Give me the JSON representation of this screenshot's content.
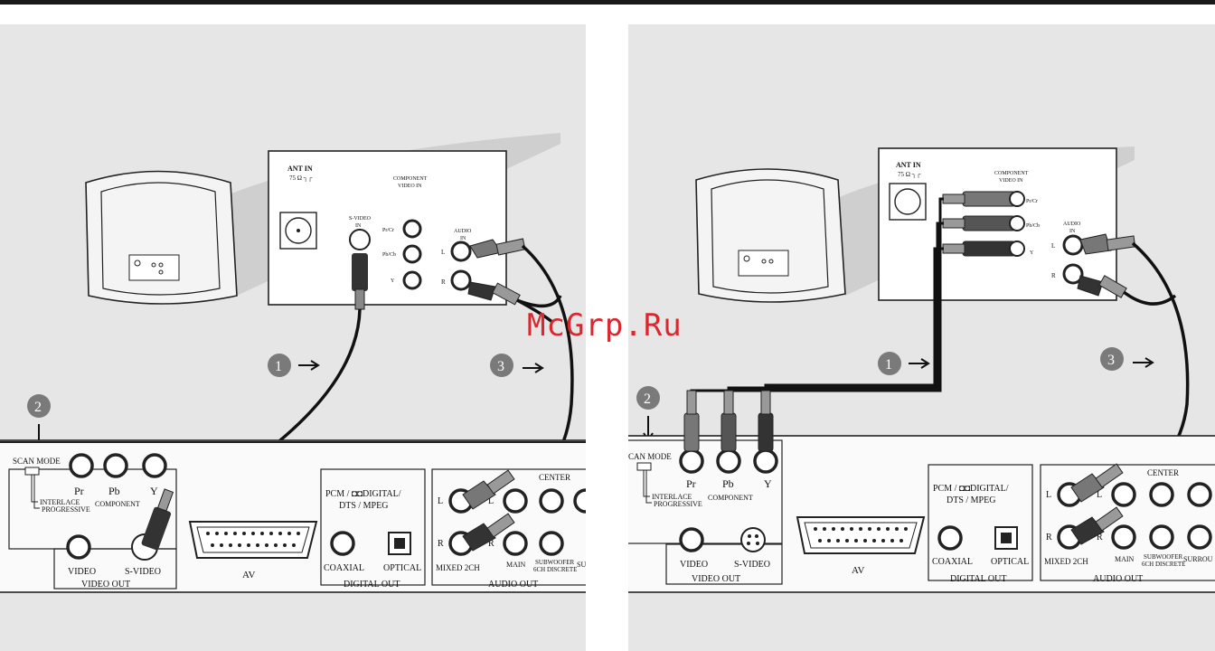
{
  "watermark": "McGrp.Ru",
  "tv_panel": {
    "antenna": "ANT IN",
    "antenna_sub": "75 Ω ┐┌",
    "svideo_in_1": "S-VIDEO",
    "svideo_in_2": "IN",
    "component_1": "COMPONENT",
    "component_2": "VIDEO IN",
    "pr": "Pr/Cr",
    "pb": "Pb/Cb",
    "y": "Y",
    "audio_1": "AUDIO",
    "audio_2": "IN",
    "l": "L",
    "r": "R"
  },
  "steps": {
    "one": "1",
    "two": "2",
    "three": "3"
  },
  "player": {
    "scan_mode": "SCAN MODE",
    "scan_mode_right": "CAN MODE",
    "interlace": "INTERLACE",
    "progressive": "PROGRESSIVE",
    "pr": "Pr",
    "pb": "Pb",
    "y": "Y",
    "component": "COMPONENT",
    "video": "VIDEO",
    "svideo": "S-VIDEO",
    "video_out": "VIDEO OUT",
    "av": "AV",
    "pcm": "PCM / ◘◘DIGITAL/",
    "dts": "DTS / MPEG",
    "coaxial": "COAXIAL",
    "optical": "OPTICAL",
    "digital_out": "DIGITAL OUT",
    "center": "CENTER",
    "l": "L",
    "r": "R",
    "mixed": "MIXED 2CH",
    "main": "MAIN",
    "sub_1": "SUBWOOFER",
    "sub_2": "6CH DISCRETE",
    "surround_left": "SU",
    "surround_right": "SURROU",
    "audio_out": "AUDIO OUT"
  }
}
